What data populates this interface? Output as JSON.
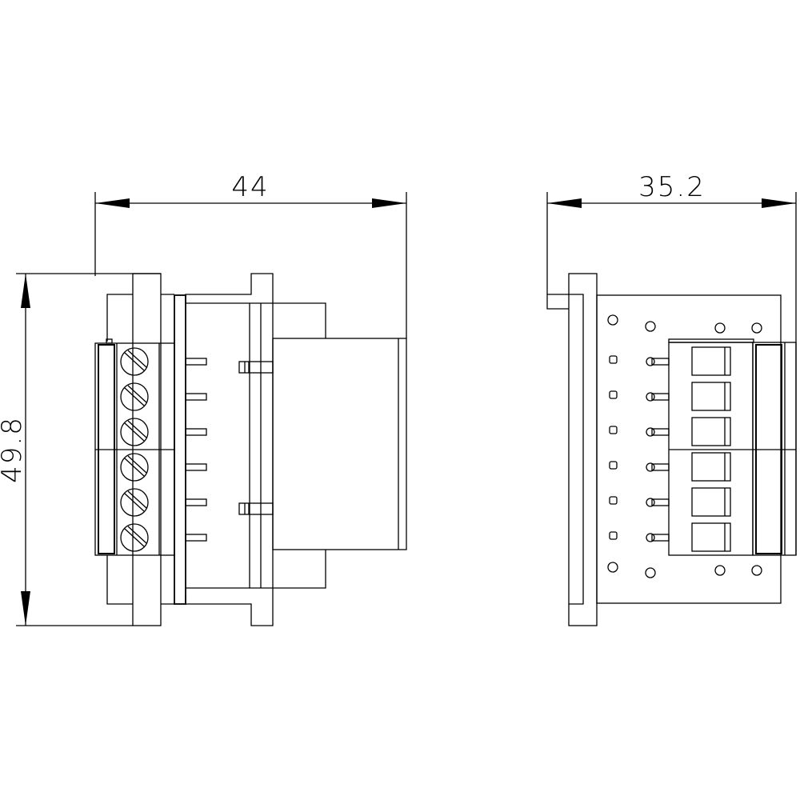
{
  "dimensions": {
    "left_width": "44",
    "right_width": "35.2",
    "height": "49.8"
  },
  "terminal_count": 6,
  "colors": {
    "line": "#000000",
    "background": "#ffffff"
  }
}
